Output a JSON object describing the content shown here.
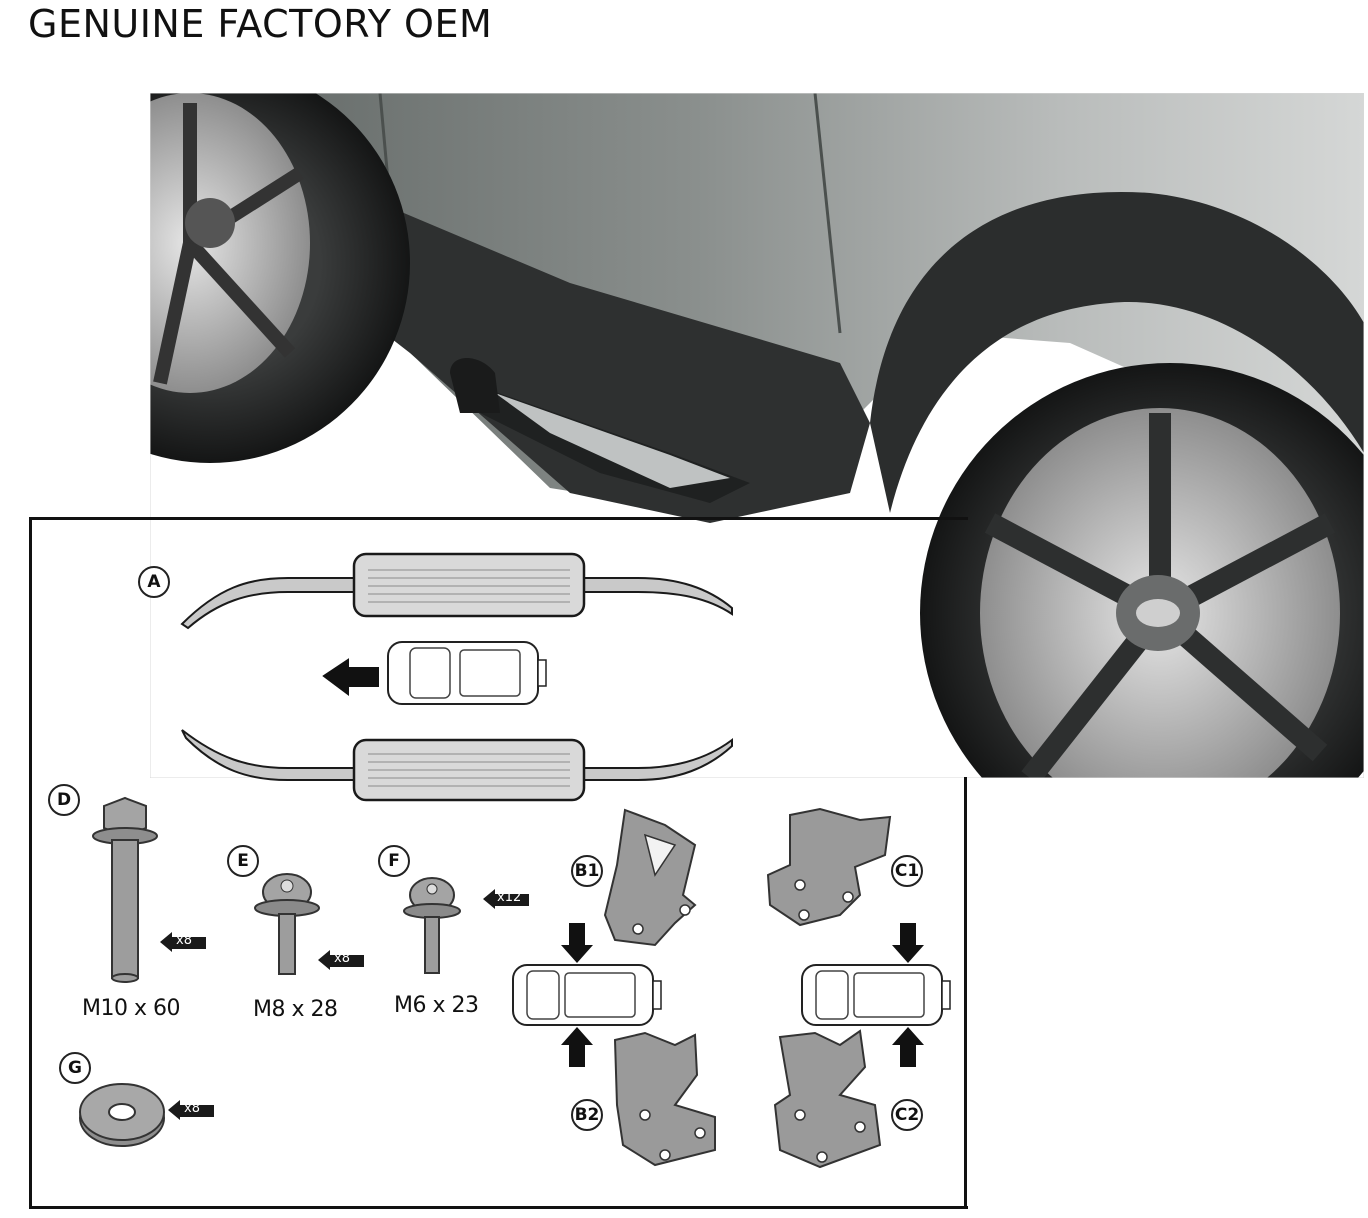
{
  "heading": "GENUINE FACTORY OEM",
  "parts": {
    "A": {
      "label": "A"
    },
    "B1": {
      "label": "B1"
    },
    "B2": {
      "label": "B2"
    },
    "C1": {
      "label": "C1"
    },
    "C2": {
      "label": "C2"
    },
    "D": {
      "label": "D",
      "spec": "M10 x 60",
      "qty": "x8"
    },
    "E": {
      "label": "E",
      "spec": "M8 x 28",
      "qty": "x8"
    },
    "F": {
      "label": "F",
      "spec": "M6 x 23",
      "qty": "x12"
    },
    "G": {
      "label": "G",
      "qty": "x8"
    }
  },
  "colors": {
    "body_panel": "#7d8280",
    "cladding": "#2b2d2d",
    "metal_part": "#a9a9a9",
    "outline": "#1a1a1a"
  }
}
